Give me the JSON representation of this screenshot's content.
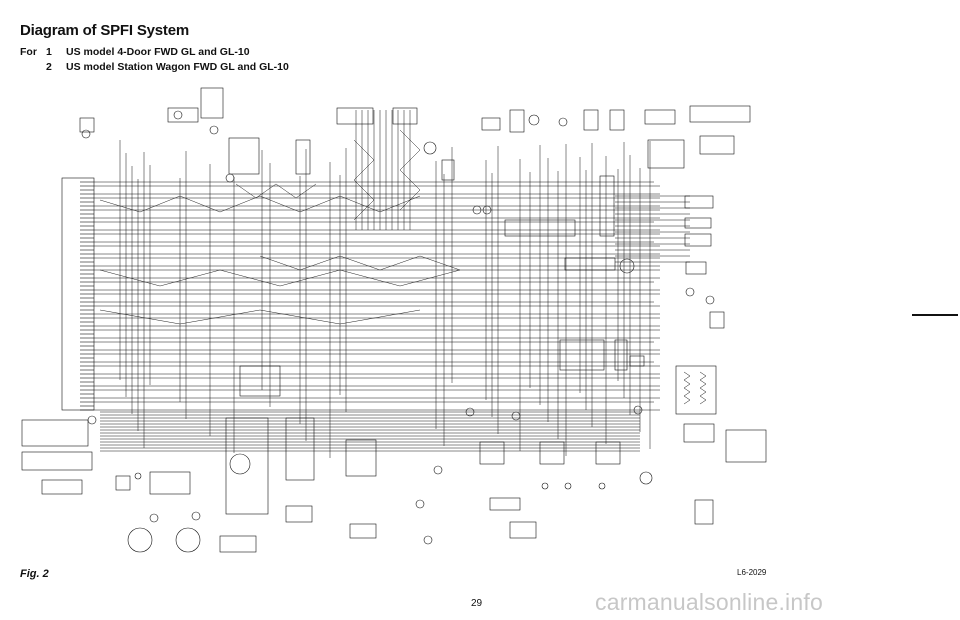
{
  "header": {
    "title": "Diagram of SPFI System",
    "for_label": "For",
    "models": [
      {
        "num": "1",
        "text": "US model 4-Door FWD GL and GL-10"
      },
      {
        "num": "2",
        "text": "US model Station Wagon FWD GL and GL-10"
      }
    ]
  },
  "footer": {
    "figure": "Fig. 2",
    "drawing_code": "L6-2029",
    "page_number": "29",
    "watermark": "carmanualsonline.info"
  }
}
